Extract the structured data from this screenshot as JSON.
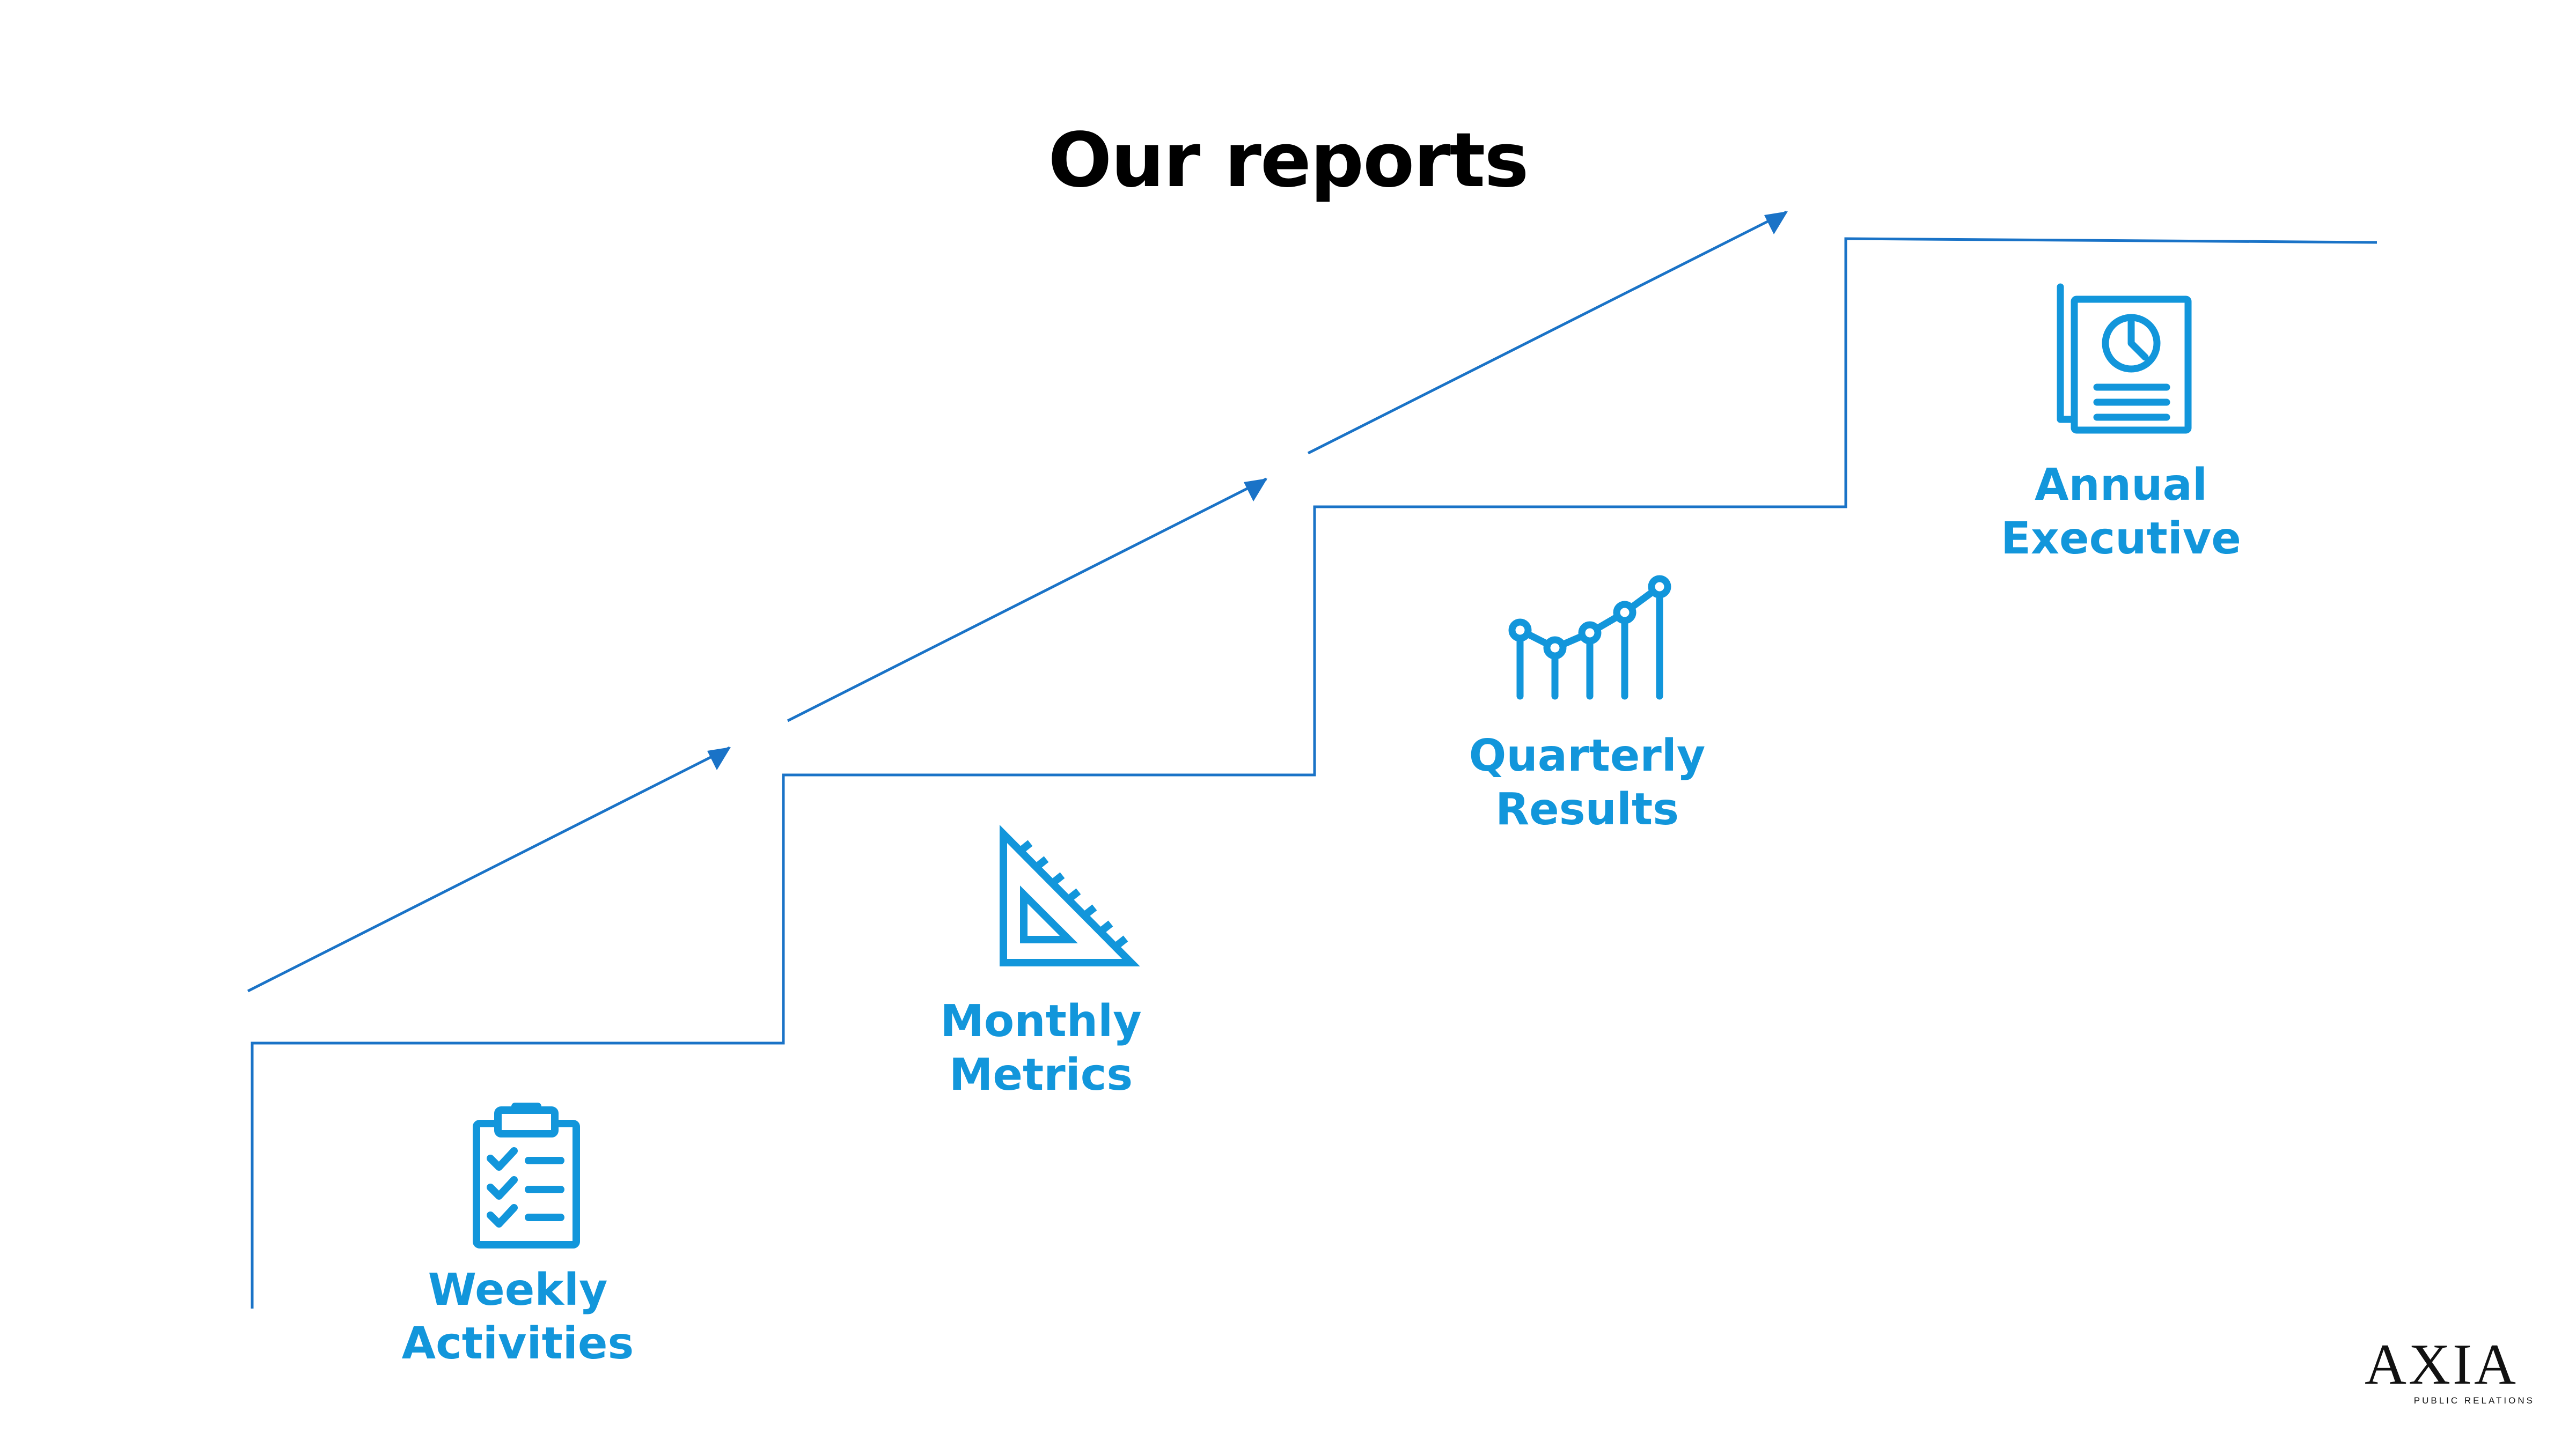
{
  "title": "Our reports",
  "accent_color": "#1296db",
  "line_color": "#1a73c7",
  "steps": [
    {
      "line1": "Weekly",
      "line2": "Activities",
      "icon": "clipboard-checklist-icon"
    },
    {
      "line1": "Monthly",
      "line2": "Metrics",
      "icon": "set-square-ruler-icon"
    },
    {
      "line1": "Quarterly",
      "line2": "Results",
      "icon": "line-bar-chart-icon"
    },
    {
      "line1": "Annual",
      "line2": "Executive",
      "icon": "report-document-pie-icon"
    }
  ],
  "logo": {
    "word": "AXIA",
    "subtitle": "PUBLIC RELATIONS"
  }
}
